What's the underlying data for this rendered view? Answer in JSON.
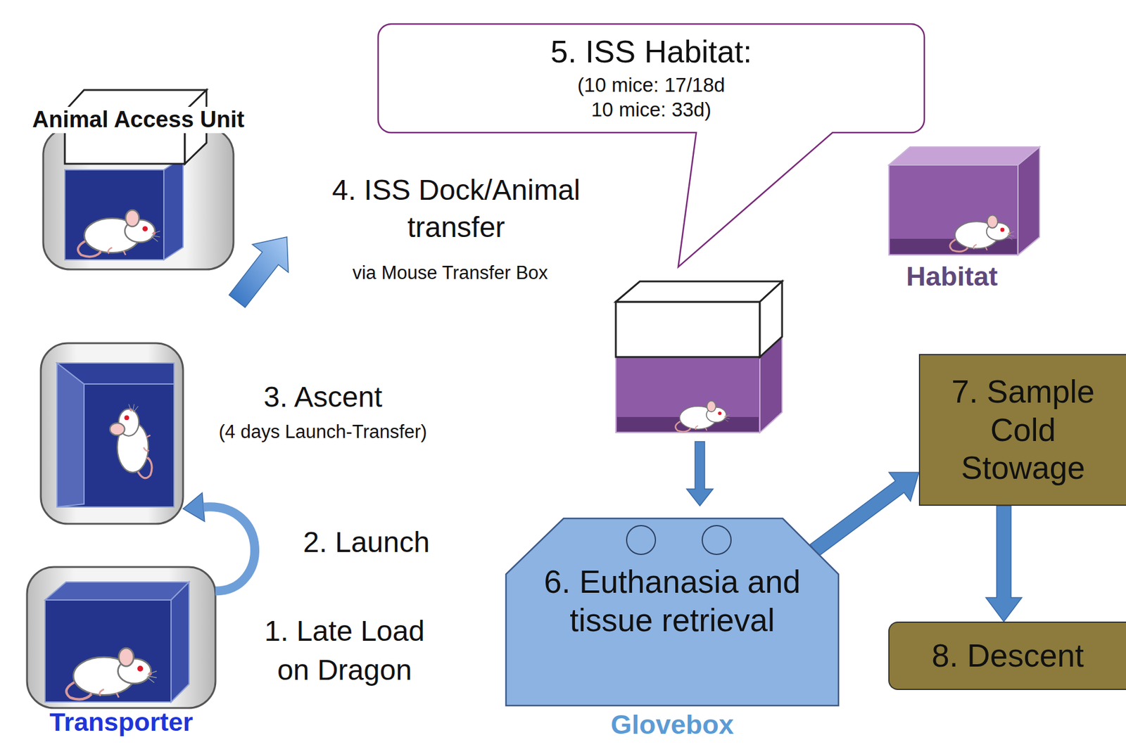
{
  "diagram": {
    "nodes": [
      {
        "text": [
          "Animal Access Unit"
        ]
      },
      {
        "text": [
          "5. ISS Habitat:",
          "(10 mice: 17/18d 10 mice: 33d)"
        ]
      },
      {
        "text": [
          "Habitat"
        ]
      },
      {
        "text": [
          "3. Ascent",
          "(4 days Launch-Transfer)"
        ]
      },
      {
        "text": [
          "7. Sample Cold Stowage"
        ]
      },
      {
        "text": [
          "6. Euthanasia and tissue retrieval",
          "Glovebox"
        ]
      },
      {
        "text": [
          "8. Descent"
        ]
      },
      {
        "text": [
          "Transporter"
        ]
      }
    ],
    "edges": [
      {
        "from": 7,
        "to": 3,
        "arrow": "to"
      },
      {
        "from": 5,
        "to": 4,
        "arrow": "to"
      },
      {
        "from": 4,
        "to": 6,
        "arrow": "to"
      }
    ],
    "labels": [
      "4. ISS Dock/Animal transfer",
      "via Mouse Transfer Box",
      "2. Launch",
      "1. Late Load on Dragon"
    ]
  }
}
